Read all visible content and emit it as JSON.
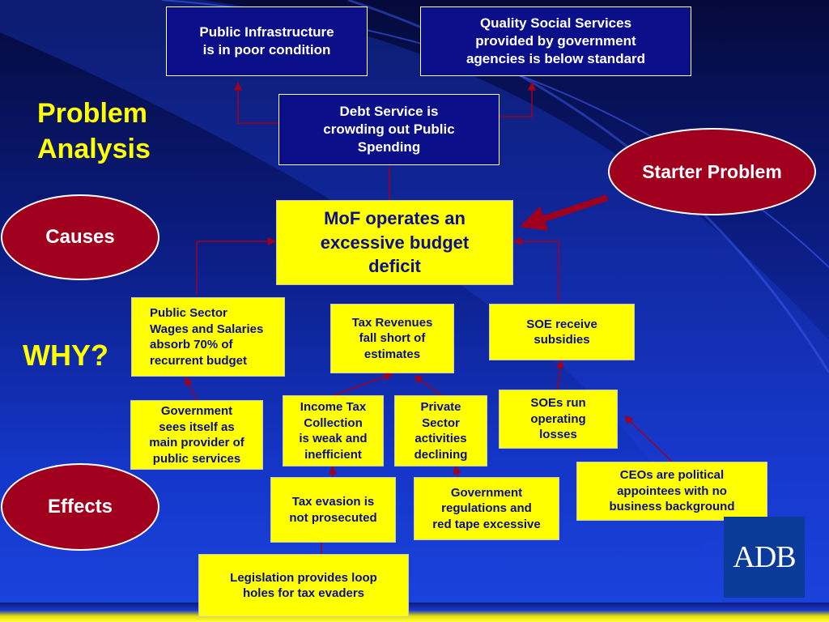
{
  "title": {
    "line1": "Problem",
    "line2": "Analysis"
  },
  "why": "WHY?",
  "ovals": {
    "causes": "Causes",
    "effects": "Effects",
    "starter": "Starter Problem"
  },
  "boxes": {
    "infrastructure": {
      "l1": "Public Infrastructure",
      "l2": "is in poor condition"
    },
    "social_services": {
      "l1": "Quality Social Services",
      "l2": "provided by government",
      "l3": "agencies is below standard"
    },
    "debt_service": {
      "l1": "Debt Service is",
      "l2": "crowding out Public",
      "l3": "Spending"
    },
    "mof_deficit": {
      "l1": "MoF operates an",
      "l2": "excessive budget",
      "l3": "deficit"
    },
    "wages": {
      "l1": "Public Sector",
      "l2": "Wages and Salaries",
      "l3": "absorb 70% of",
      "l4": "recurrent budget"
    },
    "tax_revenues": {
      "l1": "Tax Revenues",
      "l2": "fall short of",
      "l3": "estimates"
    },
    "soe_subsidies": {
      "l1": "SOE receive",
      "l2": "subsidies"
    },
    "gov_provider": {
      "l1": "Government",
      "l2": "sees itself as",
      "l3": "main provider of",
      "l4": "public services"
    },
    "income_tax": {
      "l1": "Income Tax",
      "l2": "Collection",
      "l3": "is weak and",
      "l4": "inefficient"
    },
    "private_sector": {
      "l1": "Private",
      "l2": "Sector",
      "l3": "activities",
      "l4": "declining"
    },
    "soe_losses": {
      "l1": "SOEs run",
      "l2": "operating",
      "l3": "losses"
    },
    "ceos": {
      "l1": "CEOs are political",
      "l2": "appointees with no",
      "l3": "business background"
    },
    "tax_evasion": {
      "l1": "Tax evasion is",
      "l2": "not prosecuted"
    },
    "gov_regulations": {
      "l1": "Government",
      "l2": "regulations and",
      "l3": "red tape excessive"
    },
    "legislation": {
      "l1": "Legislation provides loop",
      "l2": "holes for tax evaders"
    }
  },
  "logo": "ADB",
  "colors": {
    "arrow": "#a0001e",
    "box_yellow": "#ffff00",
    "box_blue": "#0b0f8a",
    "oval": "#a0001e",
    "title": "#ffff00"
  }
}
